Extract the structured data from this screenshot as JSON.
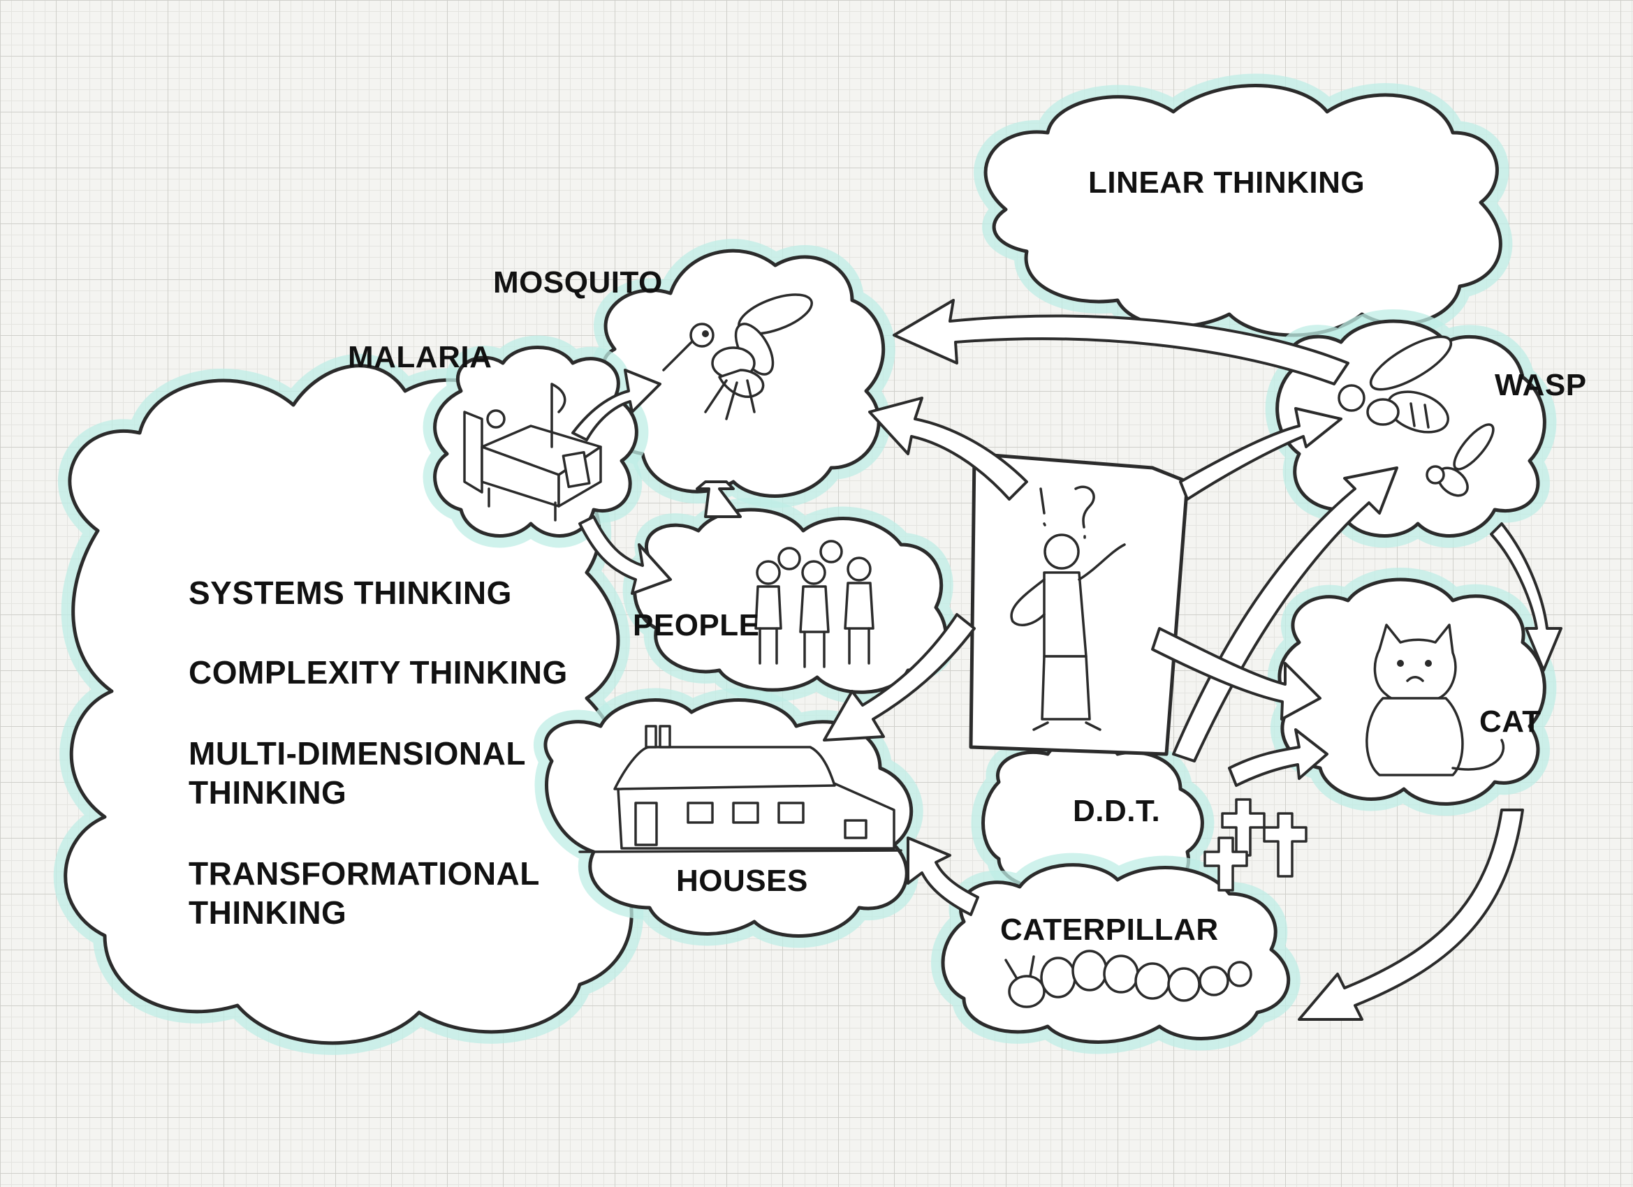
{
  "labels": {
    "linear": "LINEAR THINKING",
    "mosquito": "MOSQUITO",
    "malaria": "MALARIA",
    "wasp": "WASP",
    "people": "PEOPLE",
    "houses": "HOUSES",
    "ddt": "D.D.T.",
    "caterpillar": "CATERPILLAR",
    "cat": "CAT"
  },
  "thinking_modes": [
    "SYSTEMS THINKING",
    "COMPLEXITY THINKING",
    "MULTI-DIMENSIONAL",
    "THINKING",
    "TRANSFORMATIONAL",
    "THINKING"
  ],
  "colors": {
    "ink": "#2b2b2b",
    "glow": "#bfeee6",
    "paper": "#f4f4f1"
  }
}
